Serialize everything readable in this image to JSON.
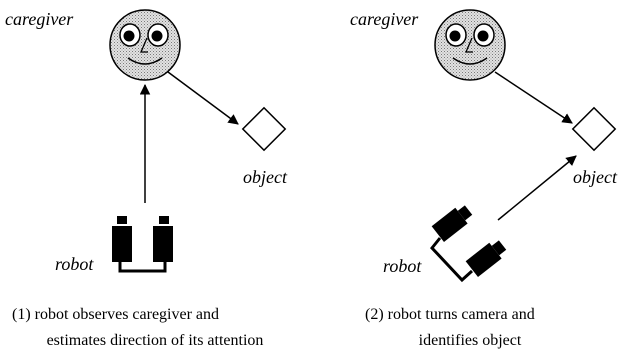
{
  "panels": [
    {
      "caregiver_label": "caregiver",
      "object_label": "object",
      "robot_label": "robot",
      "caption_line1": "(1) robot observes caregiver and",
      "caption_line2": "estimates direction of its attention"
    },
    {
      "caregiver_label": "caregiver",
      "object_label": "object",
      "robot_label": "robot",
      "caption_line1": "(2) robot turns camera and",
      "caption_line2": "identifies object"
    }
  ]
}
